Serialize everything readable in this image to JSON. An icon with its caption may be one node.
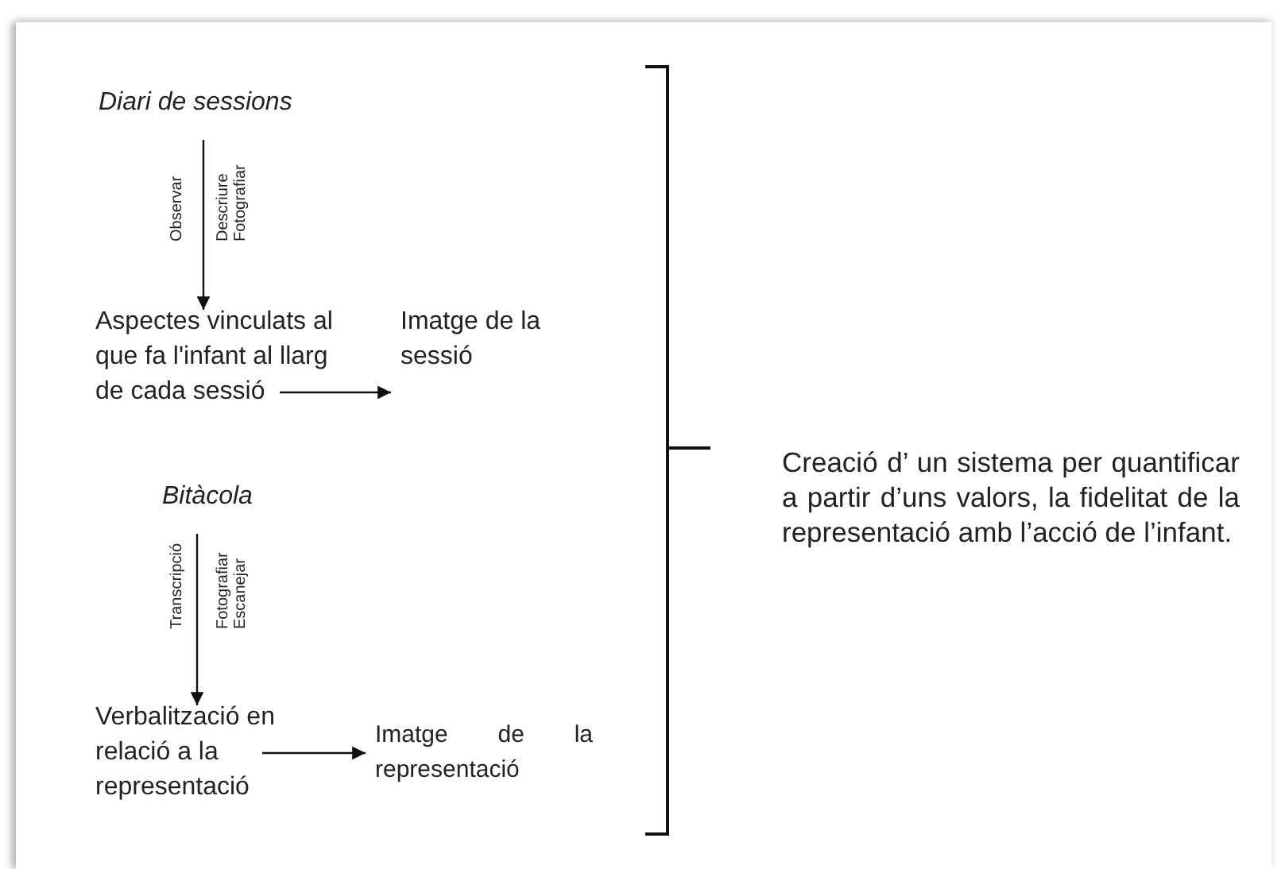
{
  "diagram": {
    "nodes": [
      {
        "text": [
          "Diari de sessions"
        ]
      },
      {
        "text": [
          "Aspectes vinculats al que fa l'infant al llarg de cada sessió"
        ]
      },
      {
        "text": [
          "Imatge de la sessió"
        ]
      },
      {
        "text": [
          "Bitàcola"
        ]
      },
      {
        "text": [
          "Verbalització en relació a la representació"
        ]
      },
      {
        "text": [
          "Imatge de la representació"
        ]
      },
      {
        "text": [
          "Creació d’ un sistema per quantificar a partir d’uns valors, la fidelitat de la representació amb l’acció de l’infant."
        ]
      }
    ],
    "edges": [
      {
        "from": 0,
        "to": 1,
        "arrow": "to"
      },
      {
        "from": 1,
        "to": 2,
        "arrow": "to"
      },
      {
        "from": 3,
        "to": 4,
        "arrow": "to"
      },
      {
        "from": 4,
        "to": 5,
        "arrow": "to"
      }
    ],
    "labels": [
      "Observar",
      "Descriure Fotografiar",
      "Transcripció",
      "Fotografiar Escanejar"
    ]
  }
}
